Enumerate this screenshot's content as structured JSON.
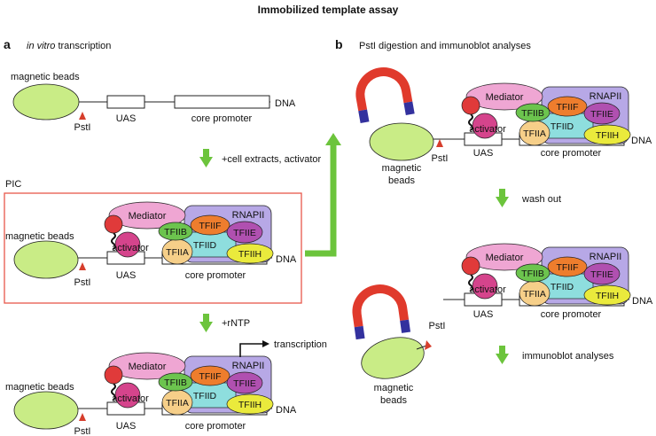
{
  "title": "Immobilized template assay",
  "panel_a": {
    "letter": "a",
    "heading_italic": "in vitro",
    "heading_rest": " transcription",
    "beads_label": "magnetic beads",
    "site_label": "PstI",
    "uas_label": "UAS",
    "core_label": "core promoter",
    "dna_label": "DNA",
    "step1": "+cell extracts, activator",
    "pic_label": "PIC",
    "step2": "+rNTP",
    "transcription_label": "transcription"
  },
  "panel_b": {
    "letter": "b",
    "heading": "PstI digestion and immunoblot analyses",
    "beads_label_line1": "magnetic",
    "beads_label_line2": "beads",
    "step_wash": "wash out",
    "step_immuno": "immunoblot analyses"
  },
  "complex": {
    "mediator": "Mediator",
    "rnapii": "RNAPII",
    "activator": "activator",
    "tfiib": "TFIIB",
    "tfiif": "TFIIF",
    "tfiie": "TFIIE",
    "tfiid": "TFIID",
    "tfiia": "TFIIA",
    "tfiih": "TFIIH"
  },
  "colors": {
    "bead": "#c9ec86",
    "arrow": "#6cc43c",
    "site": "#d63e2c",
    "pic_box": "#e8574a",
    "mediator": "#efa6d3",
    "rnapii": "#b7a8e6",
    "activator": "#d5448c",
    "activator_ball": "#e03a3a",
    "tfiib": "#6cc44e",
    "tfiif": "#ee7d2d",
    "tfiie": "#b050b0",
    "tfiid": "#8edede",
    "tfiia": "#f6cf89",
    "tfiih": "#eaea3c",
    "magnet_red": "#e03a2c",
    "magnet_blue": "#33319e"
  }
}
